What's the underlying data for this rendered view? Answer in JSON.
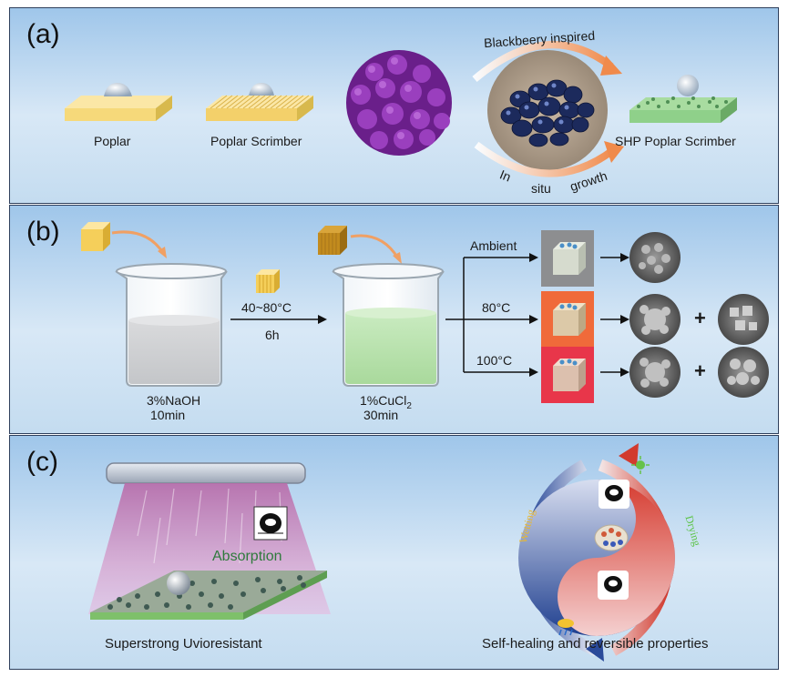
{
  "panel_a": {
    "label": "(a)",
    "poplar": "Poplar",
    "poplar_scrimber": "Poplar Scrimber",
    "blackberry_inspired": "Blackbeery inspired",
    "in": "In",
    "situ": "situ",
    "growth": "growth",
    "shp_poplar_scrimber": "SHP Poplar Scrimber"
  },
  "panel_b": {
    "label": "(b)",
    "naoh": "3%NaOH",
    "naoh_time": "10min",
    "temp_range": "40~80°C",
    "time_6h": "6h",
    "cucl2": "1%CuCl",
    "cucl2_sub": "2",
    "cucl2_time": "30min",
    "ambient": "Ambient",
    "t80": "80°C",
    "t100": "100°C",
    "plus": "+"
  },
  "panel_c": {
    "label": "(c)",
    "absorption": "Absorption",
    "uv_caption": "Superstrong Uvioresistant",
    "wetting": "Wetting",
    "drying": "Drying",
    "heal_caption": "Self-healing and reversible properties"
  },
  "colors": {
    "panel_border": "#2e3f5c",
    "arrow_orange": "#f08a4b",
    "blackberry_purple": "#7a2a9a",
    "shp_green": "#8fd08a",
    "red_arc": "#d23a2e",
    "blue_arc": "#2a4a9a",
    "absorption_text": "#2f7a3c"
  }
}
